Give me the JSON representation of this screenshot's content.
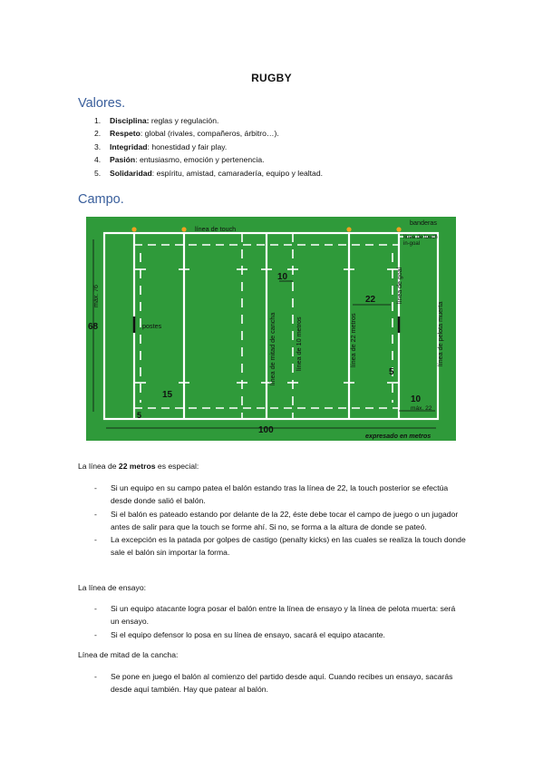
{
  "title": "RUGBY",
  "values": {
    "heading": "Valores.",
    "items": [
      {
        "num": "1.",
        "term": "Disciplina:",
        "desc": " reglas y regulación."
      },
      {
        "num": "2.",
        "term": "Respeto",
        "desc": ": global (rivales, compañeros, árbitro…)."
      },
      {
        "num": "3.",
        "term": "Integridad",
        "desc": ": honestidad y fair play."
      },
      {
        "num": "4.",
        "term": "Pasión",
        "desc": ": entusiasmo, emoción y pertenencia."
      },
      {
        "num": "5.",
        "term": "Solidaridad",
        "desc": ": espíritu, amistad, camaradería, equipo y lealtad."
      }
    ]
  },
  "field": {
    "heading": "Campo.",
    "colors": {
      "grass": "#2f9a3a",
      "lines": "#ffffff",
      "flags": "#f0a020"
    },
    "labels": {
      "linea_touch": "línea de touch",
      "banderas": "banderas",
      "linea_touch_ingoal_1": "línea de touch",
      "linea_touch_ingoal_2": "in-goal",
      "max76": "máx. 76",
      "sixtyeight": "68",
      "postes": "postes",
      "ten_top": "10",
      "linea_mitad": "línea de mitad de cancha",
      "linea_10": "línea de 10 metros",
      "linea_22": "línea de 22 metros",
      "twentytwo": "22",
      "linea_goal": "línea de goal",
      "linea_pelota": "línea de pelota muerta",
      "five_right": "5",
      "fifteen": "15",
      "five_left": "5",
      "ten_bottom": "10",
      "max22": "máx. 22",
      "hundred": "100",
      "expresado": "expresado en metros"
    }
  },
  "sections": {
    "s22": {
      "intro_pre": "La línea de ",
      "intro_bold": "22 metros",
      "intro_post": " es especial:",
      "bullets": [
        "Si un equipo en su campo patea el balón estando tras la línea de 22, la touch posterior se efectúa desde donde salió el balón.",
        "Si el balón es pateado estando por delante de la 22, éste debe tocar el campo de juego o un jugador antes de salir para que la touch se forme ahí. Si no, se forma a la altura de donde se pateó.",
        "La excepción es la patada por golpes de castigo (penalty kicks) en las cuales se realiza la touch donde sale el balón sin importar la forma."
      ]
    },
    "ensayo": {
      "intro": "La línea de ensayo:",
      "bullets": [
        "Si un equipo atacante logra posar el balón entre la línea de ensayo y la línea de pelota muerta: será un ensayo.",
        "Si el equipo defensor lo posa en su línea de ensayo, sacará el equipo atacante."
      ]
    },
    "mitad": {
      "intro": "Línea de mitad de la cancha:",
      "bullets": [
        "Se pone en juego el balón al comienzo del partido desde aquí. Cuando recibes un ensayo, sacarás desde aquí también. Hay que patear al balón."
      ]
    }
  }
}
